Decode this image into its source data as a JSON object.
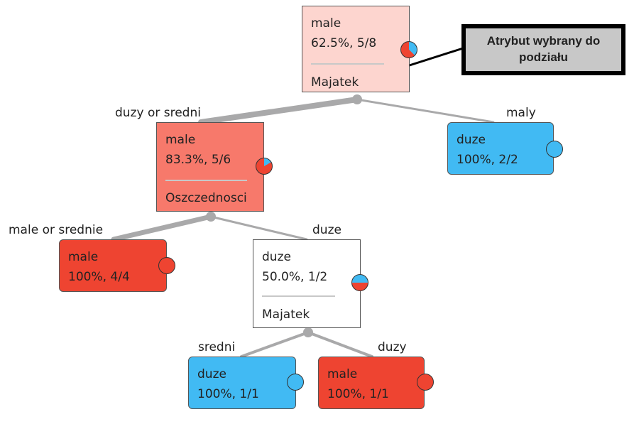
{
  "nodes": {
    "root": {
      "cls": "male",
      "stat": "62.5%, 5/8",
      "attr": "Majatek",
      "fill": "#fdd5cf"
    },
    "n_ds": {
      "cls": "male",
      "stat": "83.3%, 5/6",
      "attr": "Oszczednosci",
      "fill": "#f7796b"
    },
    "n_maly": {
      "cls": "duze",
      "stat": "100%, 2/2",
      "fill": "#41baf3"
    },
    "n_ms": {
      "cls": "male",
      "stat": "100%, 4/4",
      "fill": "#ee4431"
    },
    "n_duze": {
      "cls": "duze",
      "stat": "50.0%, 1/2",
      "attr": "Majatek",
      "fill": "#ffffff"
    },
    "n_sredni": {
      "cls": "duze",
      "stat": "100%, 1/1",
      "fill": "#41baf3"
    },
    "n_duzy": {
      "cls": "male",
      "stat": "100%, 1/1",
      "fill": "#ee4431"
    }
  },
  "edge_labels": {
    "duzy_or_sredni": "duzy or sredni",
    "maly": "maly",
    "male_or_srednie": "male or srednie",
    "duze": "duze",
    "sredni": "sredni",
    "duzy": "duzy"
  },
  "callout": {
    "line1": "Atrybut wybrany do",
    "line2": "podziału"
  },
  "colors": {
    "male": "#ee4431",
    "duze": "#41baf3",
    "edge": "#a9a9aa",
    "arrow": "#000000"
  }
}
